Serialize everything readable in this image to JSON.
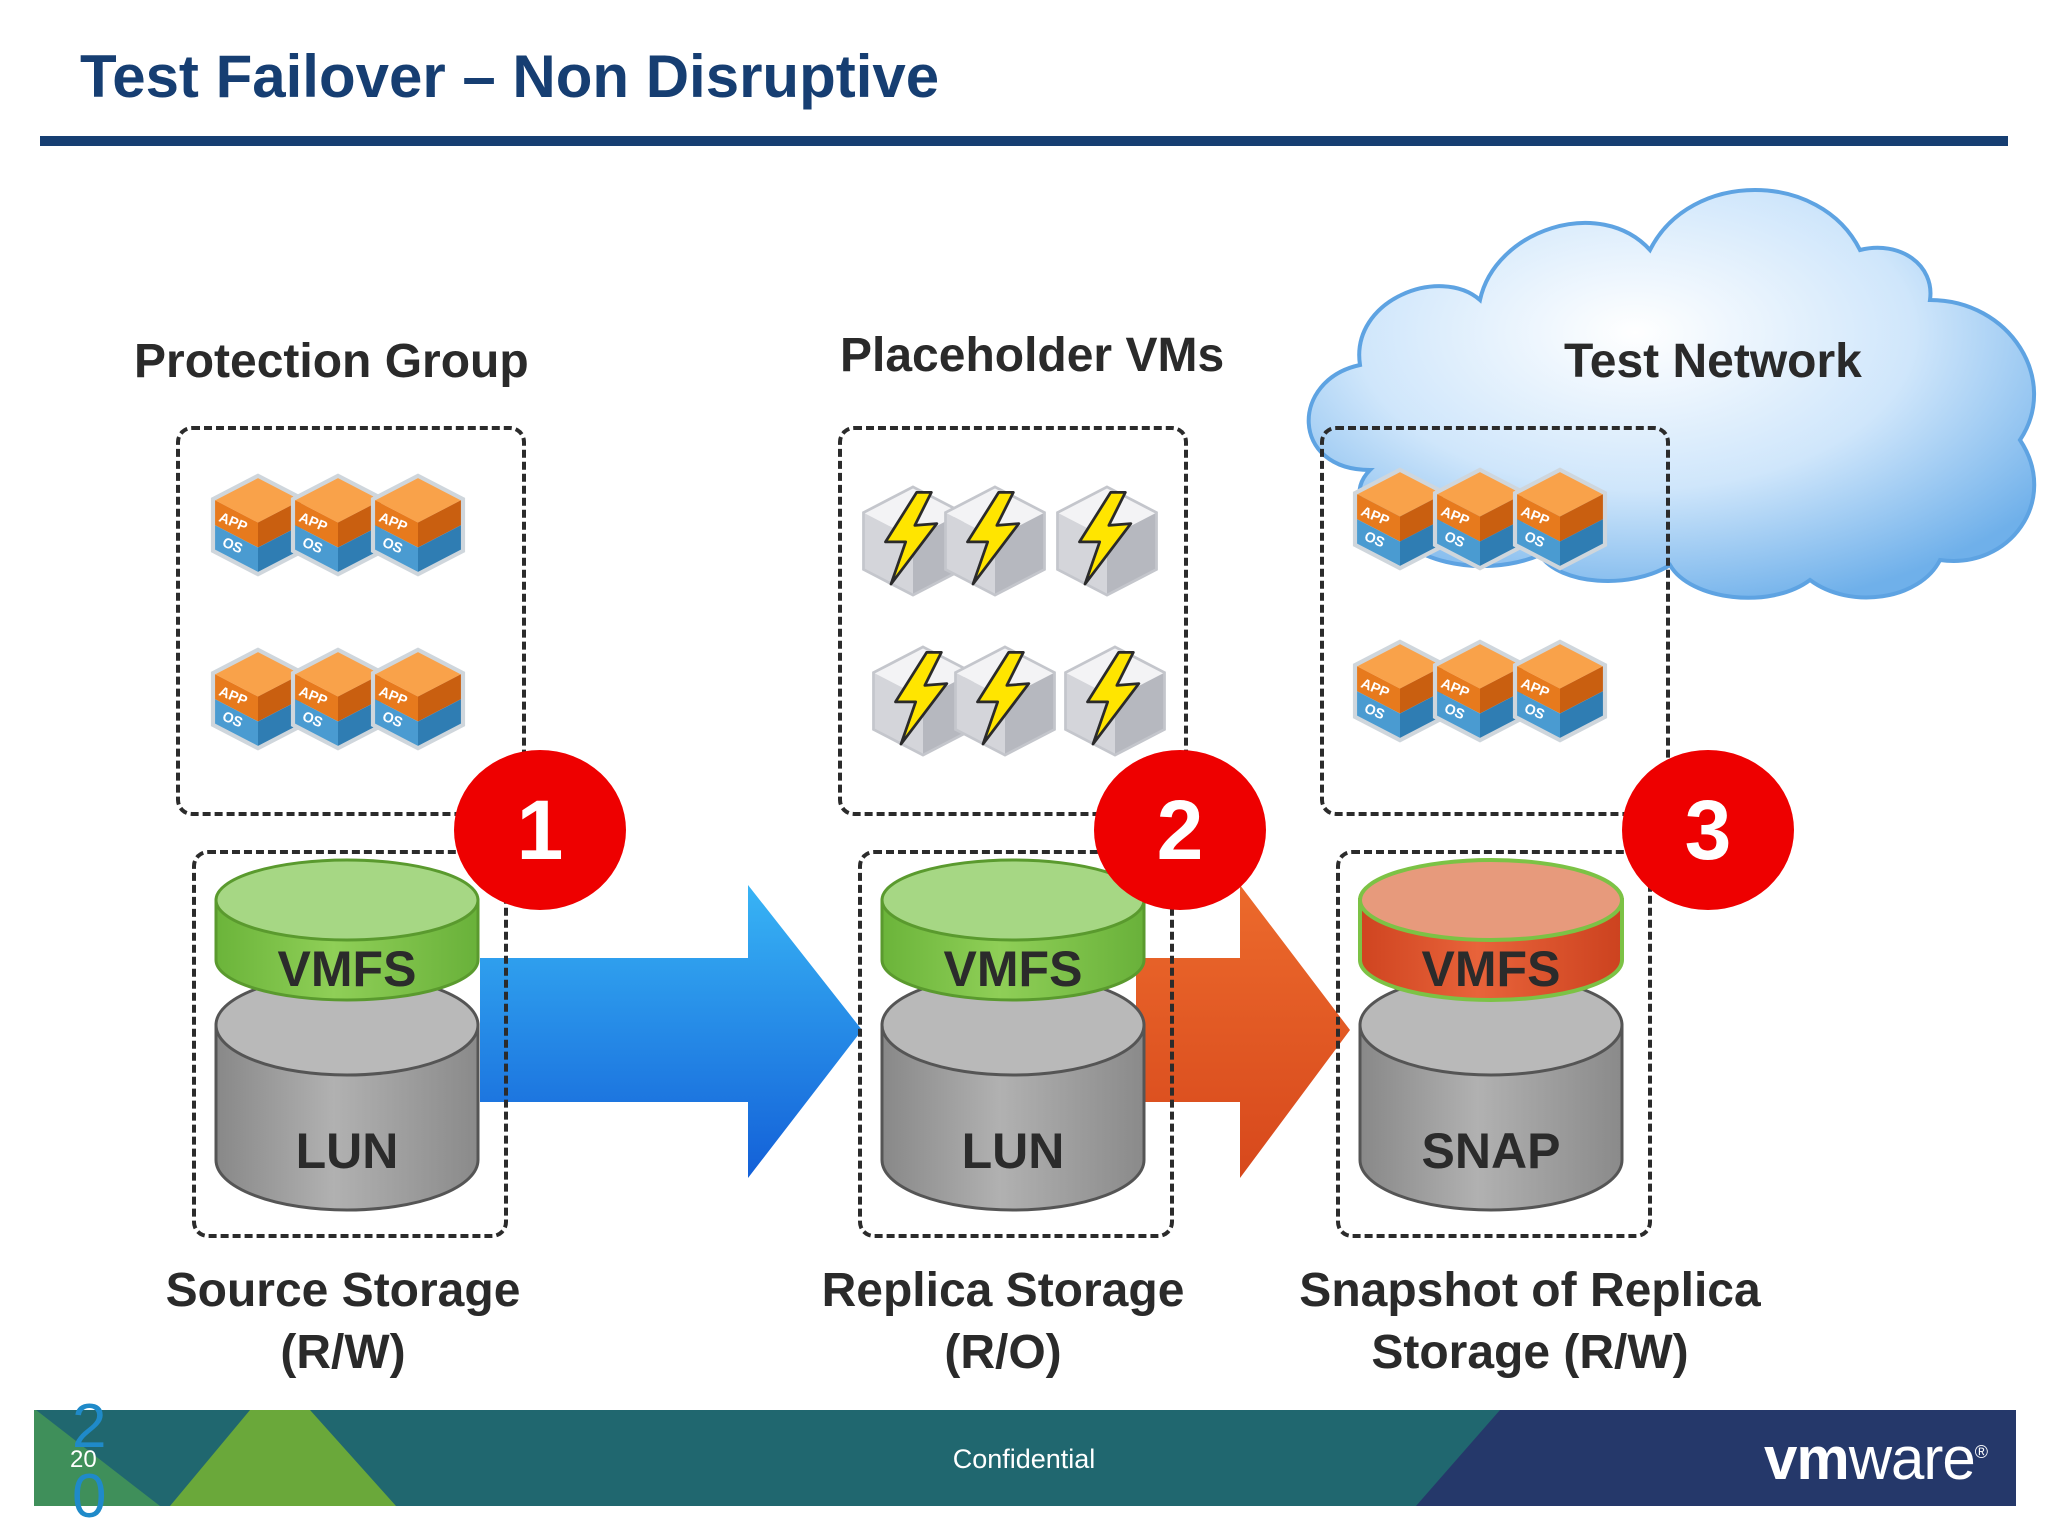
{
  "title": "Test Failover – Non Disruptive",
  "sections": {
    "protection_group": "Protection Group",
    "placeholder_vms": "Placeholder VMs",
    "test_network": "Test Network"
  },
  "vm_icon": {
    "app_label": "APP",
    "os_label": "OS"
  },
  "cylinders": {
    "source": {
      "top": "VMFS",
      "bottom": "LUN"
    },
    "replica": {
      "top": "VMFS",
      "bottom": "LUN"
    },
    "snapshot": {
      "top": "VMFS",
      "bottom": "SNAP"
    }
  },
  "steps": [
    "1",
    "2",
    "3"
  ],
  "bottom_labels": {
    "source": [
      "Source Storage",
      "(R/W)"
    ],
    "replica": [
      "Replica Storage",
      "(R/O)"
    ],
    "snapshot": [
      "Snapshot of Replica",
      "Storage (R/W)"
    ]
  },
  "footer": {
    "page_number": "20",
    "confidential": "Confidential",
    "logo_vm": "vm",
    "logo_ware": "ware",
    "logo_mark": "®"
  },
  "colors": {
    "title": "#163e72",
    "vmfs_green": "#7cc245",
    "vmfs_orange": "#e0552a",
    "lun_gray": "#9a9a9a",
    "arrow_blue": "#1e7fe0",
    "arrow_orange": "#e05a22",
    "badge_red": "#ee0000",
    "footer_teal": "#20676f",
    "footer_navy": "#25386a",
    "footer_green": "#6aa83a"
  }
}
